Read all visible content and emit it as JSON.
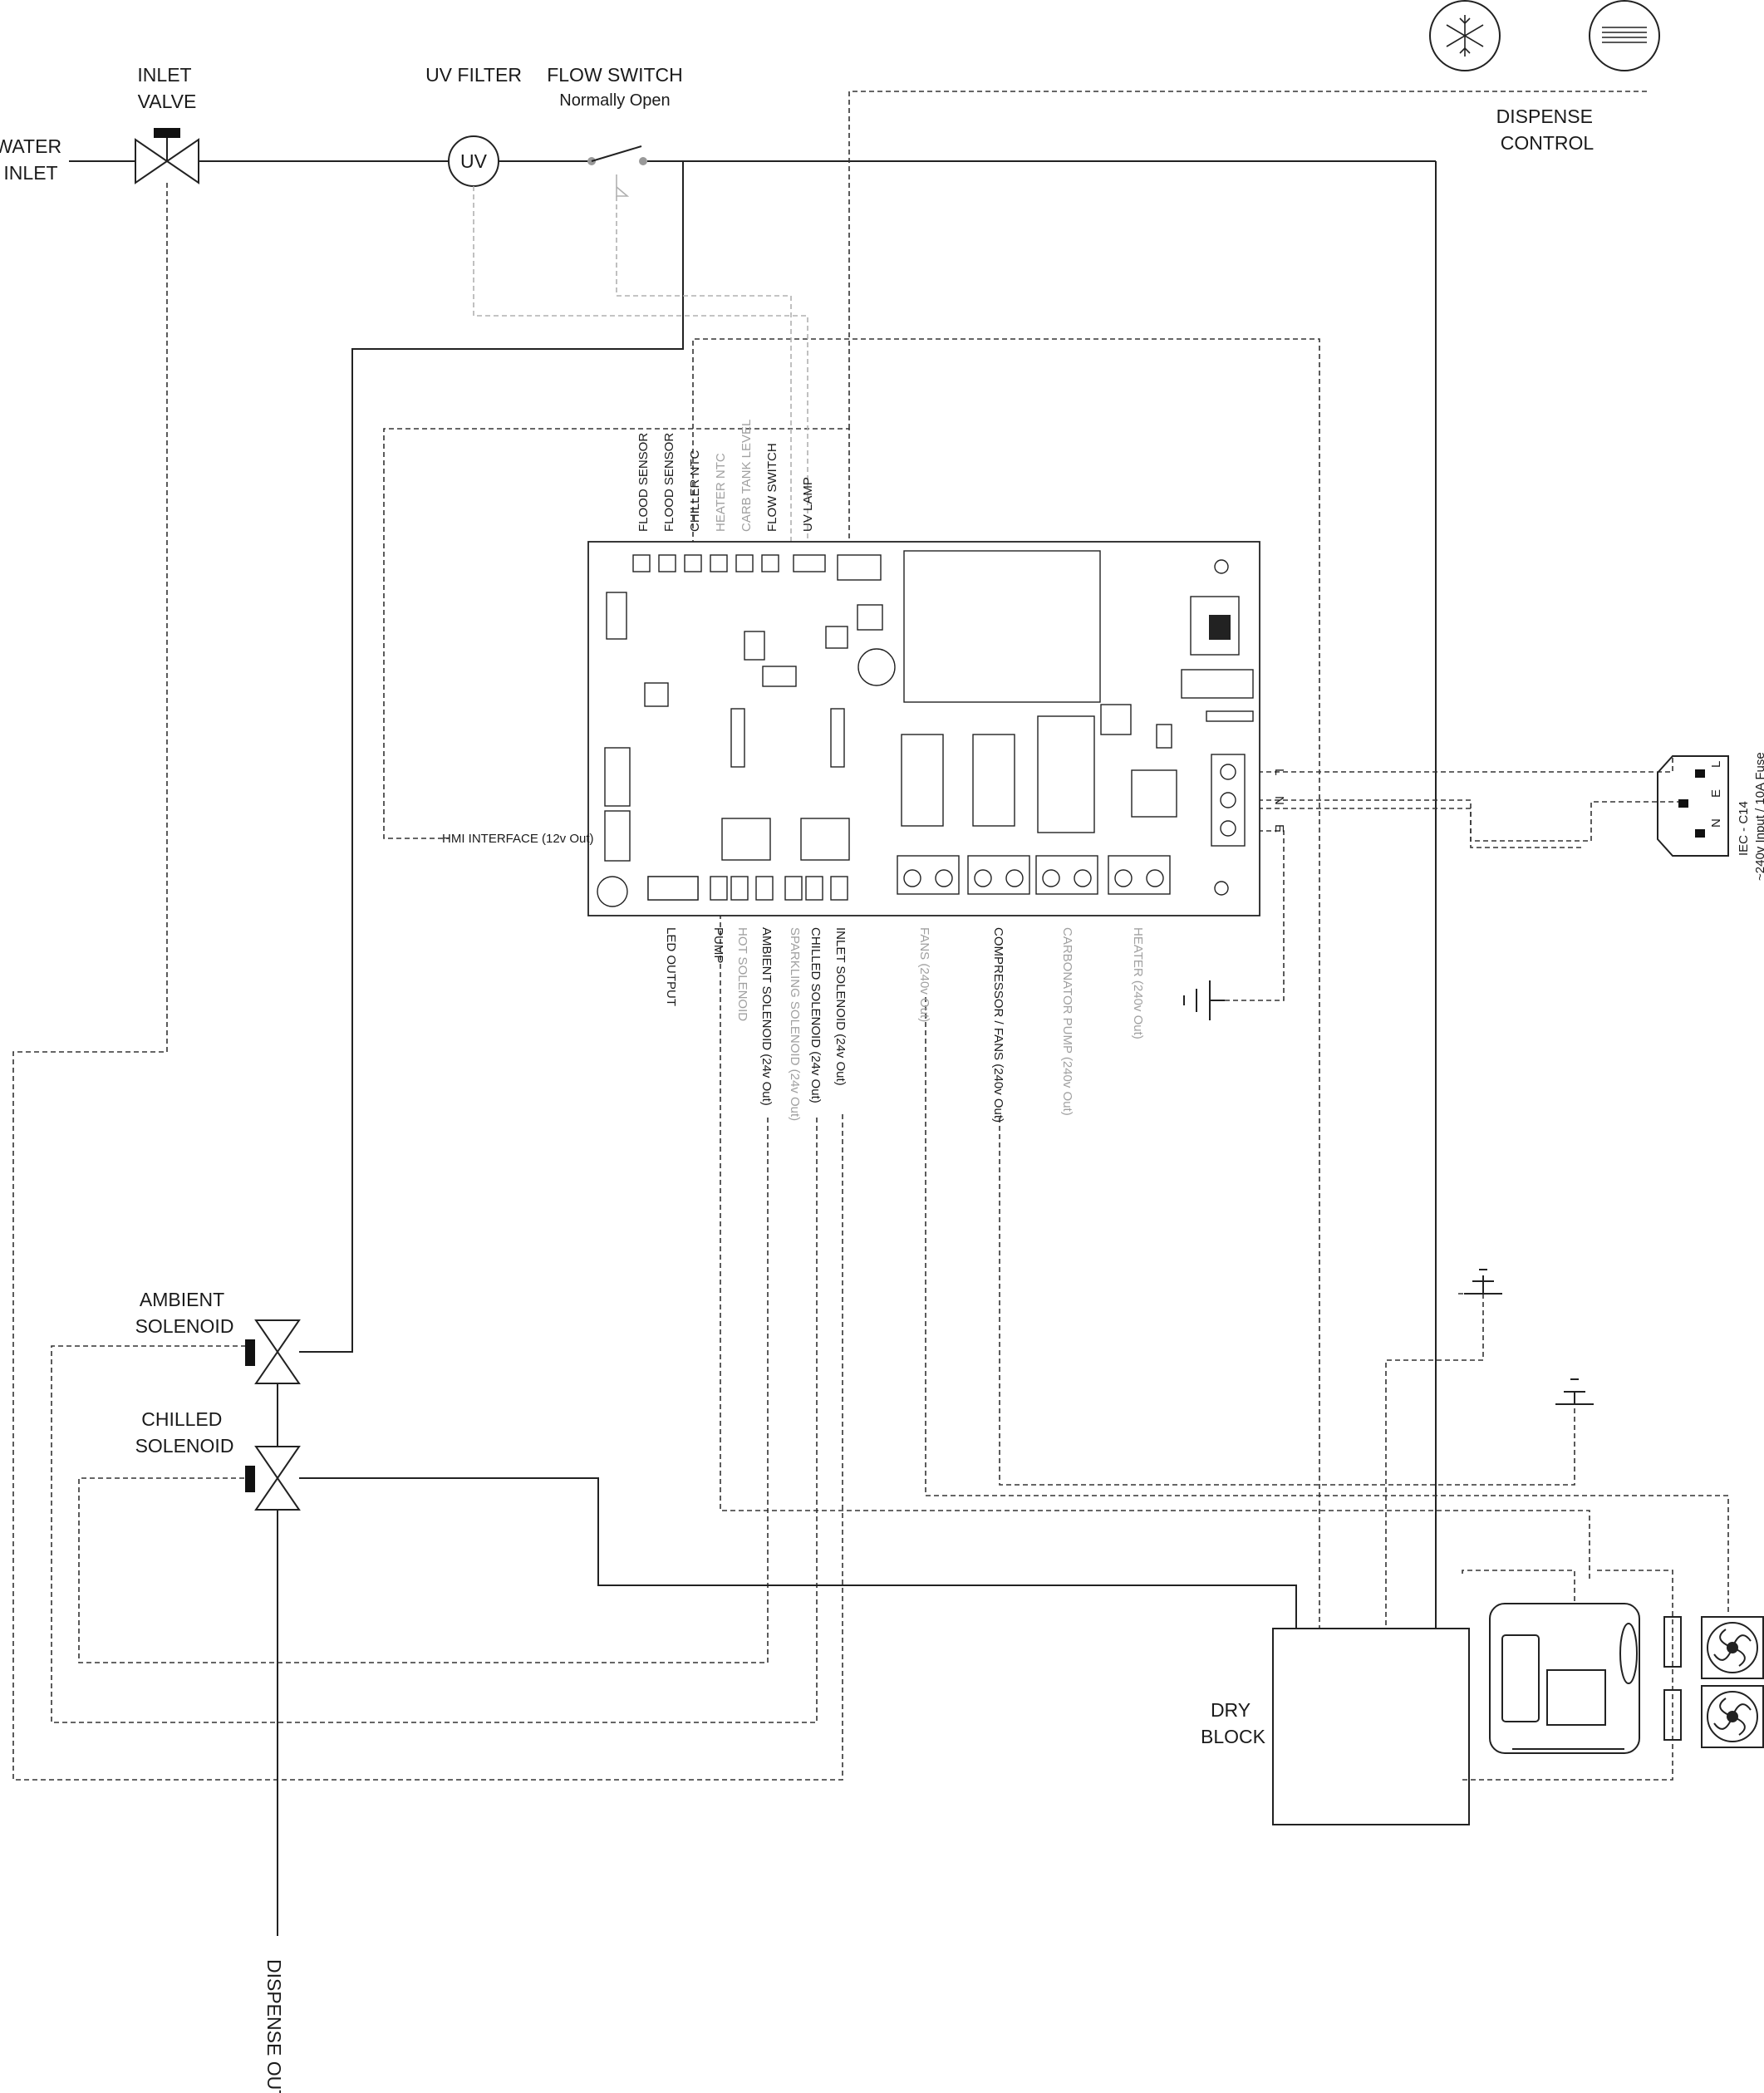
{
  "labels": {
    "water_inlet": [
      "WATER",
      "INLET"
    ],
    "inlet_valve": [
      "INLET",
      "VALVE"
    ],
    "uv_filter": "UV FILTER",
    "uv_symbol": "UV",
    "flow_switch": "FLOW SWITCH",
    "flow_switch_sub": "Normally Open",
    "dispense_control": [
      "DISPENSE",
      "CONTROL"
    ],
    "ambient_solenoid": [
      "AMBIENT",
      "SOLENOID"
    ],
    "chilled_solenoid": [
      "CHILLED",
      "SOLENOID"
    ],
    "dry_block": [
      "DRY",
      "BLOCK"
    ],
    "dispense_out": "DISPENSE OUT",
    "hmi_interface": "HMI INTERFACE (12v Out)",
    "iec_title": "IEC - C14",
    "iec_sub": "~240v Input / 10A Fuse",
    "terminal_l": "L",
    "terminal_n": "N",
    "terminal_e": "E",
    "iec_l": "L",
    "iec_e": "E",
    "iec_n": "N"
  },
  "top_connectors": [
    {
      "text": "FLOOD SENSOR",
      "active": true
    },
    {
      "text": "FLOOD SENSOR",
      "active": true
    },
    {
      "text": "CHILLER NTC",
      "active": true
    },
    {
      "text": "HEATER NTC",
      "active": false
    },
    {
      "text": "CARB TANK LEVEL",
      "active": false
    },
    {
      "text": "FLOW SWITCH",
      "active": true
    },
    {
      "text": "UV LAMP",
      "active": true
    }
  ],
  "bottom_connectors": [
    {
      "text": "LED OUTPUT",
      "active": true
    },
    {
      "text": "PUMP",
      "active": true
    },
    {
      "text": "HOT SOLENOID",
      "active": false
    },
    {
      "text": "AMBIENT SOLENOID (24v Out)",
      "active": true
    },
    {
      "text": "SPARKLING SOLENOID (24v Out)",
      "active": false
    },
    {
      "text": "CHILLED SOLENOID (24v Out)",
      "active": true
    },
    {
      "text": "INLET SOLENOID (24v Out)",
      "active": true
    }
  ],
  "terminal_outputs": [
    {
      "text": "FANS (240v Out)",
      "active": false
    },
    {
      "text": "COMPRESSOR / FANS (240v Out)",
      "active": true
    },
    {
      "text": "CARBONATOR PUMP (240v Out)",
      "active": false
    },
    {
      "text": "HEATER (240v Out)",
      "active": false
    }
  ],
  "icons": [
    "snowflake-icon",
    "menu-lines-icon",
    "fan-icon",
    "compressor-icon",
    "ground-icon",
    "solenoid-valve-icon"
  ],
  "colors": {
    "line": "#222222",
    "inactive": "#a0a0a0"
  }
}
